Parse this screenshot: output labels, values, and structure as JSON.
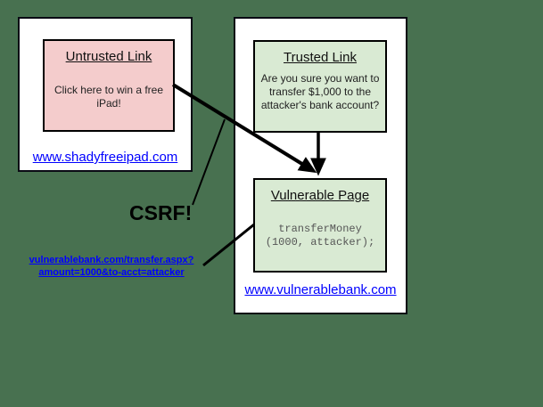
{
  "diagram": {
    "csrf_label": "CSRF!",
    "request_url": {
      "line1": "vulnerablebank.com/transfer.aspx?",
      "line2": "amount=1000&to-acct=attacker"
    }
  },
  "attacker_window": {
    "popup": {
      "title": "Untrusted Link",
      "body": "Click here to win a free iPad!"
    },
    "site_url": "www.shadyfreeipad.com"
  },
  "bank_window": {
    "confirm_popup": {
      "title": "Trusted Link",
      "body": "Are you sure you want to transfer $1,000 to the attacker's bank account?"
    },
    "vulnerable_popup": {
      "title": "Vulnerable Page",
      "code_line1": "transferMoney",
      "code_line2": "(1000, attacker);"
    },
    "site_url": "www.vulnerablebank.com"
  },
  "colors": {
    "background": "#487150",
    "untrusted_popup_fill": "#f4cccc",
    "trusted_popup_fill": "#d9ead3",
    "link_blue": "#0000ff",
    "arrow_black": "#000000"
  }
}
